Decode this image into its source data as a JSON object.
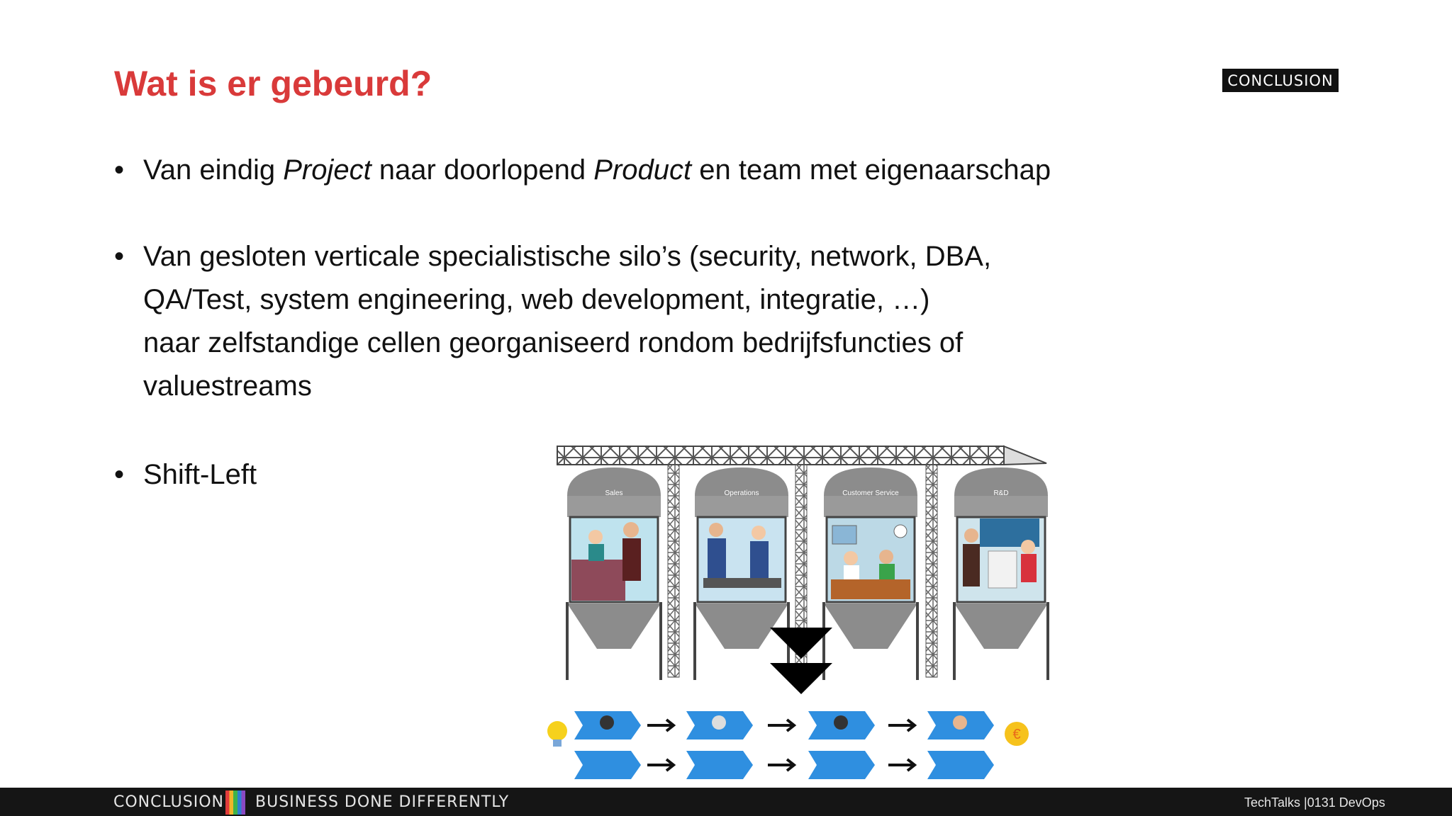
{
  "slide": {
    "title": "Wat is er gebeurd?",
    "logo_text": "CONCLUSION"
  },
  "bullets": [
    {
      "marker": "•",
      "parts": [
        "Van eindig ",
        "Project",
        " naar doorlopend ",
        "Product",
        " en team met eigenaarschap"
      ]
    },
    {
      "marker": "•",
      "lines": [
        "Van gesloten verticale specialistische silo’s (security, network, DBA,",
        "QA/Test, system engineering, web development, integratie, …)",
        "naar zelfstandige cellen georganiseerd rondom bedrijfsfuncties of",
        "valuestreams"
      ]
    },
    {
      "marker": "•",
      "text": "Shift-Left"
    }
  ],
  "illustration": {
    "silos": [
      "Sales",
      "Operations",
      "Customer Service",
      "R&D"
    ],
    "end_symbol": "€"
  },
  "footer": {
    "brand": "CONCLUSION",
    "tagline": "BUSINESS DONE DIFFERENTLY",
    "talk": "TechTalks |0131 DevOps"
  }
}
